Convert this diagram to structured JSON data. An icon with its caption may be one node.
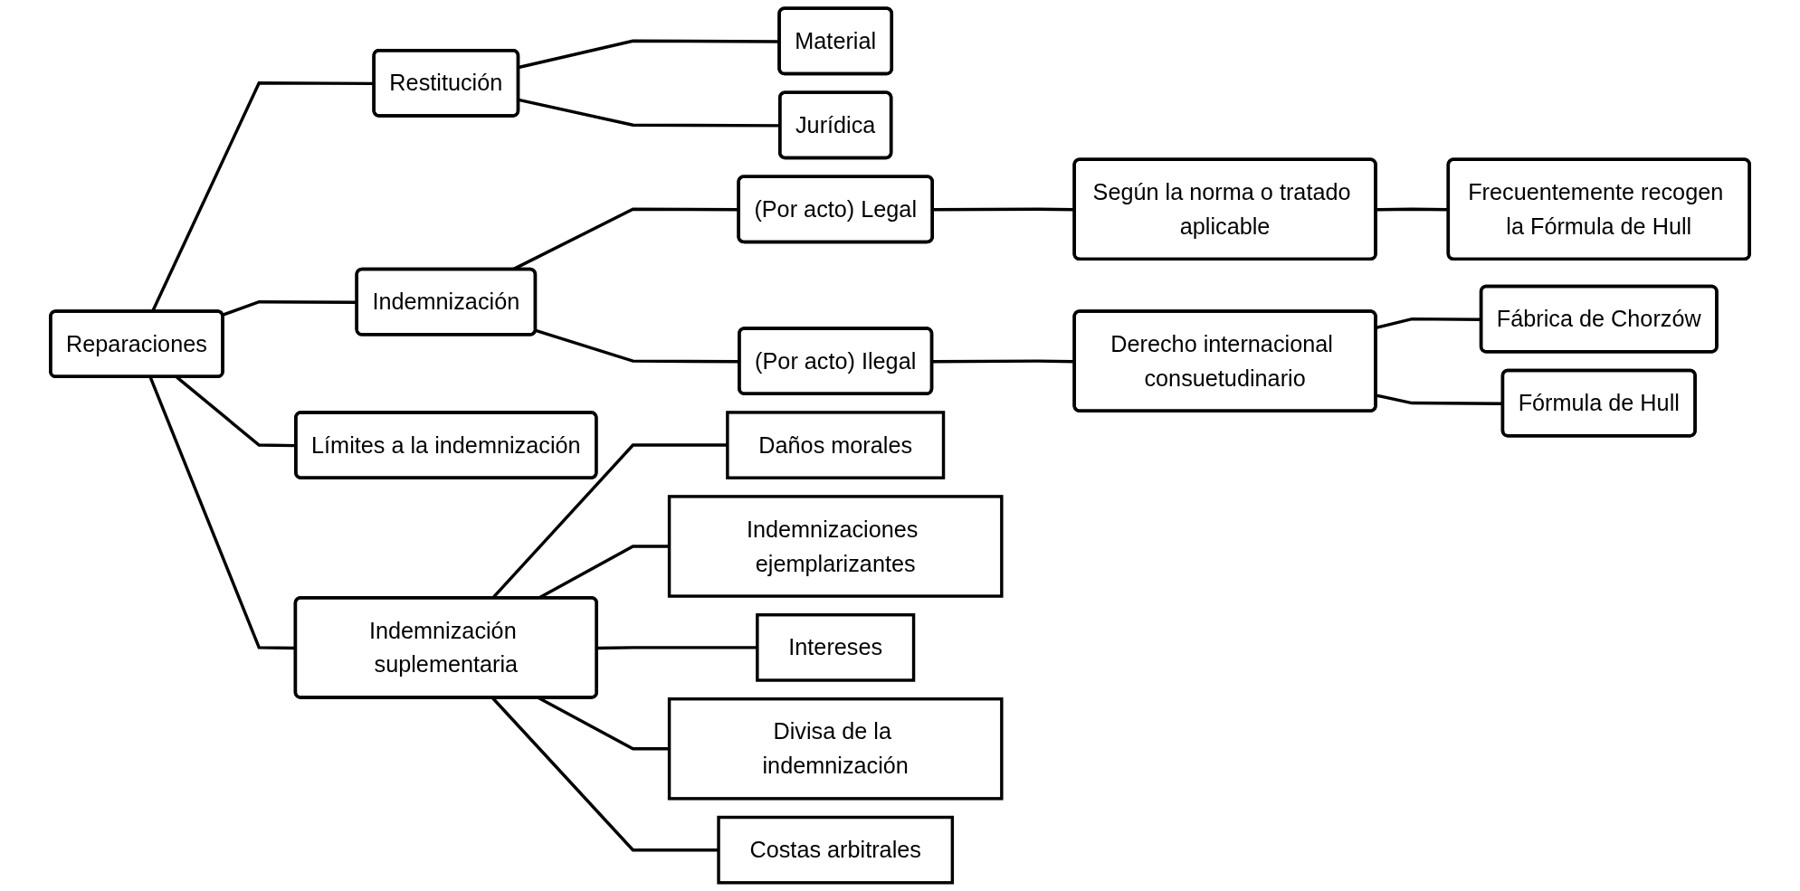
{
  "diagram": {
    "nodes": [
      {
        "text": [
          "Reparaciones"
        ]
      },
      {
        "text": [
          "Restitución"
        ]
      },
      {
        "text": [
          "Material"
        ]
      },
      {
        "text": [
          "Jurídica"
        ]
      },
      {
        "text": [
          "Indemnización"
        ]
      },
      {
        "text": [
          "(Por acto) Legal"
        ]
      },
      {
        "text": [
          "Según la norma o tratado aplicable"
        ]
      },
      {
        "text": [
          "Frecuentemente recogen la Fórmula de Hull"
        ]
      },
      {
        "text": [
          "(Por acto) Ilegal"
        ]
      },
      {
        "text": [
          "Derecho internacional consuetudinario"
        ]
      },
      {
        "text": [
          "Fábrica de Chorzów"
        ]
      },
      {
        "text": [
          "Fórmula de Hull"
        ]
      },
      {
        "text": [
          "Indemnización suplementaria"
        ]
      },
      {
        "text": [
          "Daños morales"
        ]
      },
      {
        "text": [
          "Indemnizaciones ejemplarizantes"
        ]
      },
      {
        "text": [
          "Intereses"
        ]
      },
      {
        "text": [
          "Divisa de la indemnización"
        ]
      },
      {
        "text": [
          "Costas arbitrales"
        ]
      },
      {
        "text": [
          "Límites a la indemnización"
        ]
      }
    ],
    "edges": [
      {
        "from": 0,
        "to": 1,
        "arrow": "none"
      },
      {
        "from": 1,
        "to": 2,
        "arrow": "none"
      },
      {
        "from": 1,
        "to": 3,
        "arrow": "none"
      },
      {
        "from": 0,
        "to": 4,
        "arrow": "none"
      },
      {
        "from": 4,
        "to": 5,
        "arrow": "none"
      },
      {
        "from": 5,
        "to": 6,
        "arrow": "none"
      },
      {
        "from": 6,
        "to": 7,
        "arrow": "none"
      },
      {
        "from": 4,
        "to": 8,
        "arrow": "none"
      },
      {
        "from": 8,
        "to": 9,
        "arrow": "none"
      },
      {
        "from": 9,
        "to": 10,
        "arrow": "none"
      },
      {
        "from": 9,
        "to": 11,
        "arrow": "none"
      },
      {
        "from": 0,
        "to": 12,
        "arrow": "none"
      },
      {
        "from": 12,
        "to": 13,
        "arrow": "none"
      },
      {
        "from": 12,
        "to": 14,
        "arrow": "none"
      },
      {
        "from": 12,
        "to": 15,
        "arrow": "none"
      },
      {
        "from": 12,
        "to": 16,
        "arrow": "none"
      },
      {
        "from": 12,
        "to": 17,
        "arrow": "none"
      },
      {
        "from": 0,
        "to": 18,
        "arrow": "none"
      }
    ]
  }
}
